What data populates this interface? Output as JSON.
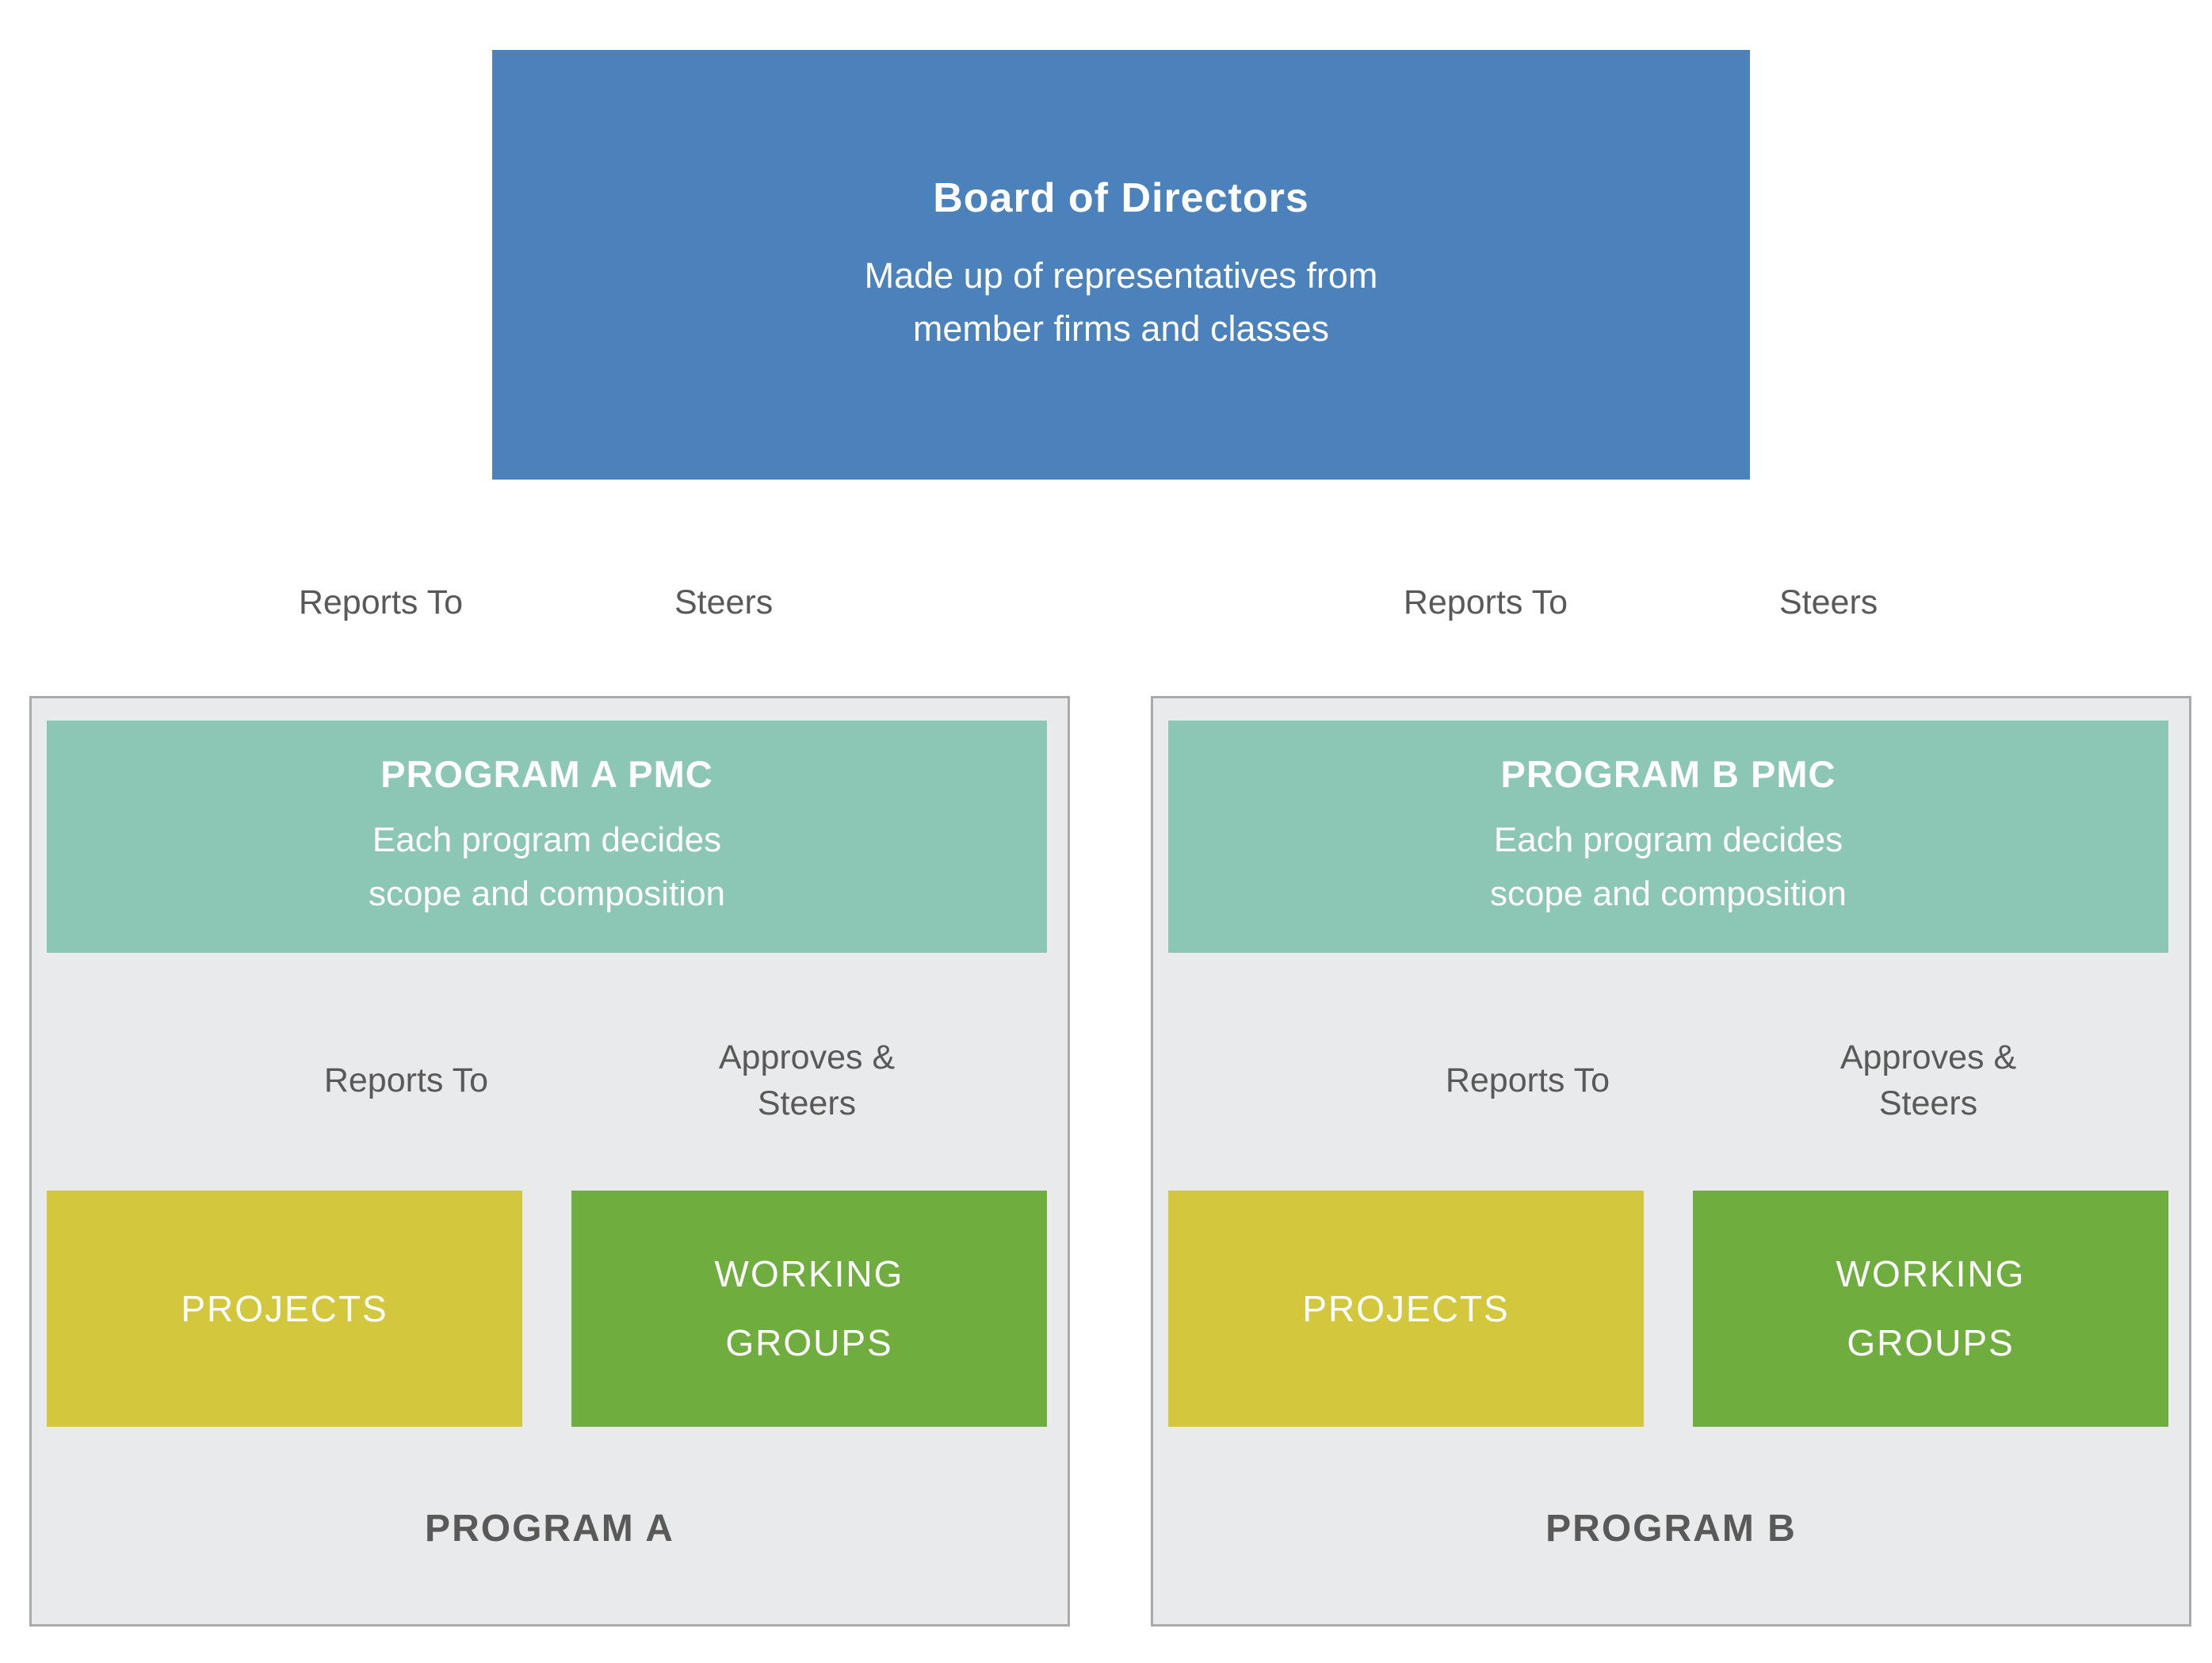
{
  "colors": {
    "board_blue": "#4C82BC",
    "arrow_blue": "#4A85C2",
    "pmc_teal": "#8CC6B4",
    "arrow_teal": "#8ECAB6",
    "arrow_gray": "#798B97",
    "projects_yellow": "#D2C73D",
    "working_green": "#6FAE3E",
    "panel_background": "#E9EAEC",
    "panel_border": "#A8AAAC",
    "label_gray": "#595959"
  },
  "board": {
    "title": "Board of Directors",
    "subtitle_lines": [
      "Made up of representatives from",
      "member firms and classes"
    ]
  },
  "board_links": {
    "reports_to": "Reports To",
    "steers": "Steers"
  },
  "pmc_links": {
    "reports_to": "Reports To",
    "approves_lines": [
      "Approves &",
      "Steers"
    ]
  },
  "programs": [
    {
      "pmc_title": "PROGRAM A PMC",
      "pmc_subtitle_lines": [
        "Each program decides",
        "scope and composition"
      ],
      "projects_label": "PROJECTS",
      "working_groups_lines": [
        "WORKING",
        "GROUPS"
      ],
      "program_label": "PROGRAM A"
    },
    {
      "pmc_title": "PROGRAM B PMC",
      "pmc_subtitle_lines": [
        "Each program decides",
        "scope and composition"
      ],
      "projects_label": "PROJECTS",
      "working_groups_lines": [
        "WORKING",
        "GROUPS"
      ],
      "program_label": "PROGRAM B"
    }
  ]
}
